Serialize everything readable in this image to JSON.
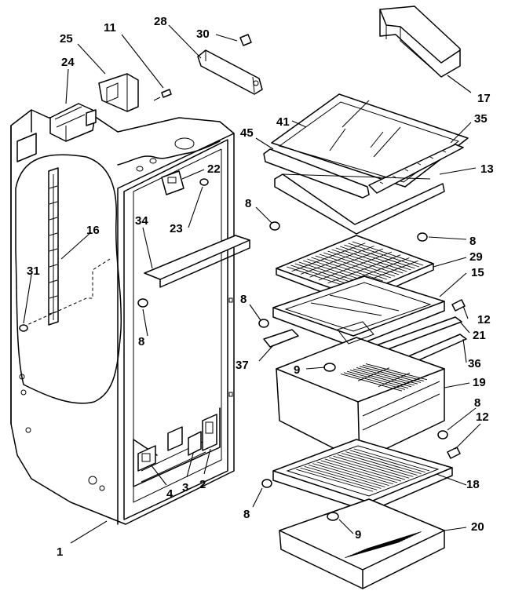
{
  "callouts": [
    {
      "id": "c1",
      "text": "1"
    },
    {
      "id": "c2",
      "text": "2"
    },
    {
      "id": "c3",
      "text": "3"
    },
    {
      "id": "c4",
      "text": "4"
    },
    {
      "id": "c8a",
      "text": "8"
    },
    {
      "id": "c8b",
      "text": "8"
    },
    {
      "id": "c8c",
      "text": "8"
    },
    {
      "id": "c8d",
      "text": "8"
    },
    {
      "id": "c8e",
      "text": "8"
    },
    {
      "id": "c8f",
      "text": "8"
    },
    {
      "id": "c9a",
      "text": "9"
    },
    {
      "id": "c9b",
      "text": "9"
    },
    {
      "id": "c11",
      "text": "11"
    },
    {
      "id": "c12a",
      "text": "12"
    },
    {
      "id": "c12b",
      "text": "12"
    },
    {
      "id": "c13",
      "text": "13"
    },
    {
      "id": "c15",
      "text": "15"
    },
    {
      "id": "c16",
      "text": "16"
    },
    {
      "id": "c17",
      "text": "17"
    },
    {
      "id": "c18",
      "text": "18"
    },
    {
      "id": "c19",
      "text": "19"
    },
    {
      "id": "c20",
      "text": "20"
    },
    {
      "id": "c21",
      "text": "21"
    },
    {
      "id": "c22",
      "text": "22"
    },
    {
      "id": "c23",
      "text": "23"
    },
    {
      "id": "c24",
      "text": "24"
    },
    {
      "id": "c25",
      "text": "25"
    },
    {
      "id": "c28",
      "text": "28"
    },
    {
      "id": "c29",
      "text": "29"
    },
    {
      "id": "c30",
      "text": "30"
    },
    {
      "id": "c31",
      "text": "31"
    },
    {
      "id": "c34",
      "text": "34"
    },
    {
      "id": "c35",
      "text": "35"
    },
    {
      "id": "c36",
      "text": "36"
    },
    {
      "id": "c37",
      "text": "37"
    },
    {
      "id": "c41",
      "text": "41"
    },
    {
      "id": "c45",
      "text": "45"
    }
  ]
}
